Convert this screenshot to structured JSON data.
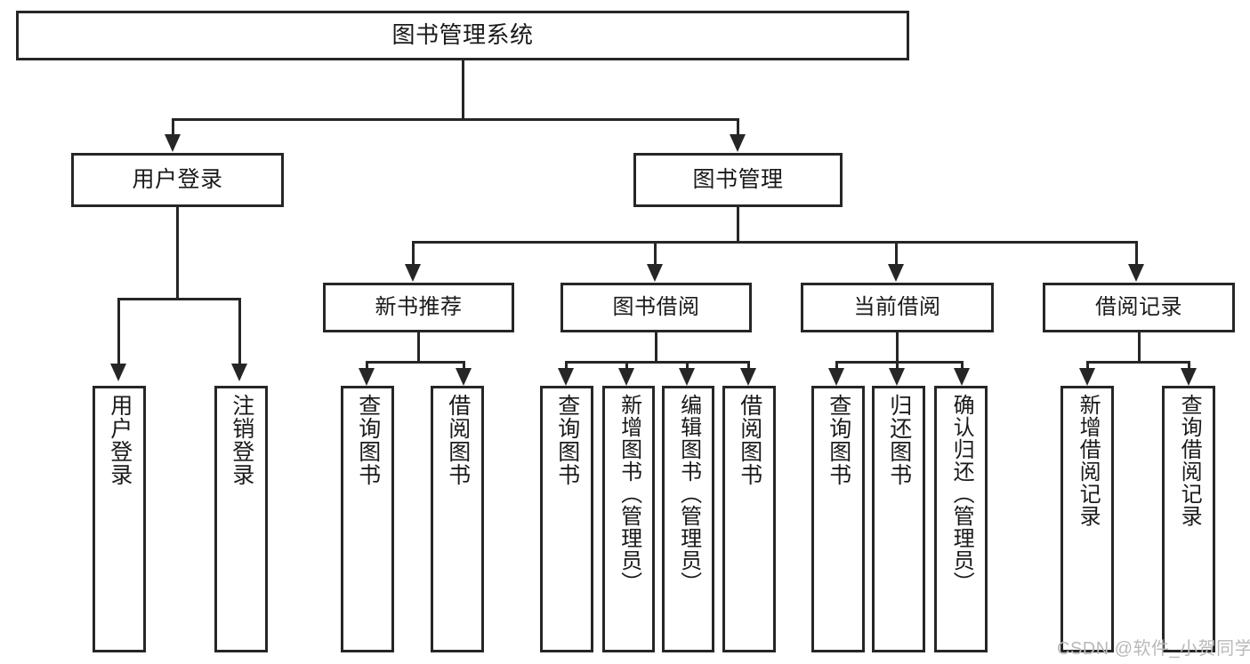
{
  "diagram": {
    "title": "图书管理系统",
    "root": {
      "label": "图书管理系统"
    },
    "tier1": [
      {
        "label": "用户登录"
      },
      {
        "label": "图书管理"
      }
    ],
    "tier2": [
      {
        "label": "新书推荐"
      },
      {
        "label": "图书借阅"
      },
      {
        "label": "当前借阅"
      },
      {
        "label": "借阅记录"
      }
    ],
    "leaves": {
      "user_login": [
        {
          "label": "用户登录"
        },
        {
          "label": "注销登录"
        }
      ],
      "new_book_recommend": [
        {
          "label": "查询图书"
        },
        {
          "label": "借阅图书"
        }
      ],
      "book_borrow": [
        {
          "label": "查询图书"
        },
        {
          "label": "新增图书（管理员）"
        },
        {
          "label": "编辑图书（管理员）"
        },
        {
          "label": "借阅图书"
        }
      ],
      "current_borrow": [
        {
          "label": "查询图书"
        },
        {
          "label": "归还图书"
        },
        {
          "label": "确认归还（管理员）"
        }
      ],
      "borrow_record": [
        {
          "label": "新增借阅记录"
        },
        {
          "label": "查询借阅记录"
        }
      ]
    }
  },
  "watermark": {
    "text": "CSDN @软件_小贺同学"
  },
  "colors": {
    "stroke": "#262626",
    "background": "#ffffff",
    "text": "#1a1a1a",
    "watermark": "#b9b9b9"
  }
}
